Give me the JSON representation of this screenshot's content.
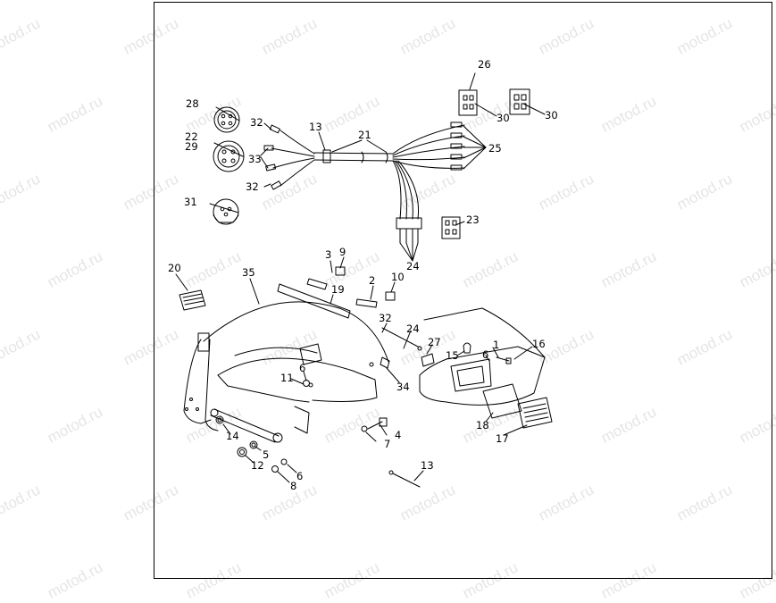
{
  "watermark": "motod.ru",
  "callouts": [
    "1",
    "2",
    "3",
    "4",
    "5",
    "6",
    "6",
    "6",
    "7",
    "8",
    "9",
    "10",
    "11",
    "12",
    "13",
    "13",
    "14",
    "15",
    "16",
    "17",
    "18",
    "19",
    "20",
    "21",
    "22",
    "23",
    "24",
    "24",
    "25",
    "26",
    "27",
    "28",
    "29",
    "30",
    "30",
    "31",
    "32",
    "32",
    "32",
    "33",
    "34",
    "35"
  ]
}
